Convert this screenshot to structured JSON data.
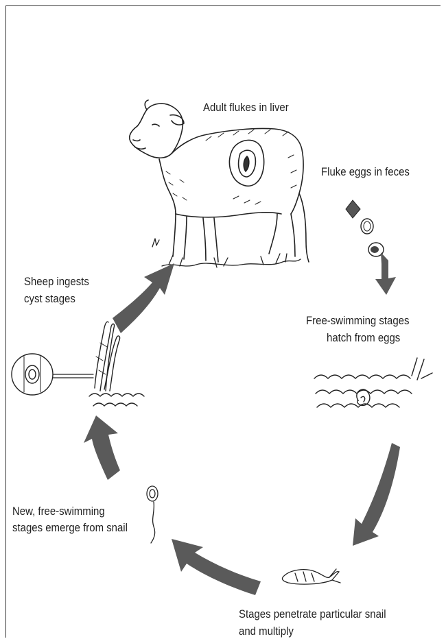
{
  "diagram": {
    "stages": [
      {
        "id": "adult",
        "text": "Adult flukes in liver"
      },
      {
        "id": "eggs",
        "text": "Fluke eggs in feces"
      },
      {
        "id": "hatch",
        "line1": "Free-swimming stages",
        "line2": "hatch from eggs"
      },
      {
        "id": "snail",
        "line1": "Stages penetrate particular snail",
        "line2": "and multiply"
      },
      {
        "id": "emerge",
        "line1": "New, free-swimming",
        "line2": "stages emerge from snail"
      },
      {
        "id": "ingest",
        "line1": "Sheep ingests",
        "line2": "cyst stages"
      }
    ],
    "colors": {
      "arrow": "#5a5a5a",
      "ink": "#222222",
      "frame": "#333333"
    }
  }
}
